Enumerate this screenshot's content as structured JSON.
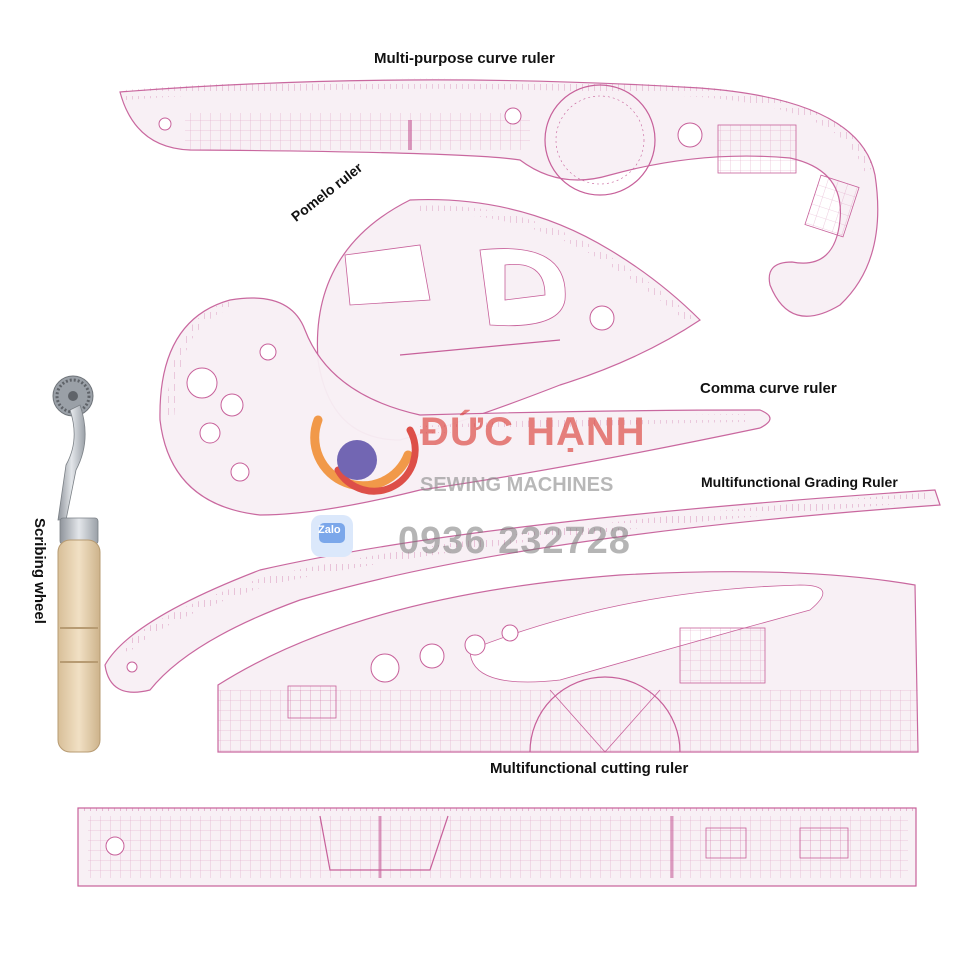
{
  "labels": {
    "multi_purpose": "Multi-purpose curve ruler",
    "pomelo": "Pomelo ruler",
    "comma": "Comma curve ruler",
    "grading": "Multifunctional Grading Ruler",
    "scribing": "Scribing wheel",
    "cutting": "Multifunctional cutting ruler"
  },
  "watermark": {
    "brand": "ĐỨC HẠNH",
    "tagline": "SEWING MACHINES",
    "phone": "0936 232728",
    "chat_badge": "Zalo"
  },
  "colors": {
    "ruler_line": "#c7609a",
    "ruler_fill": "#f8f0f5",
    "brand_red": "#d9342b",
    "brand_orange": "#f08a2c",
    "handle": "#e8d3b0",
    "metal": "#b8bcc2"
  }
}
